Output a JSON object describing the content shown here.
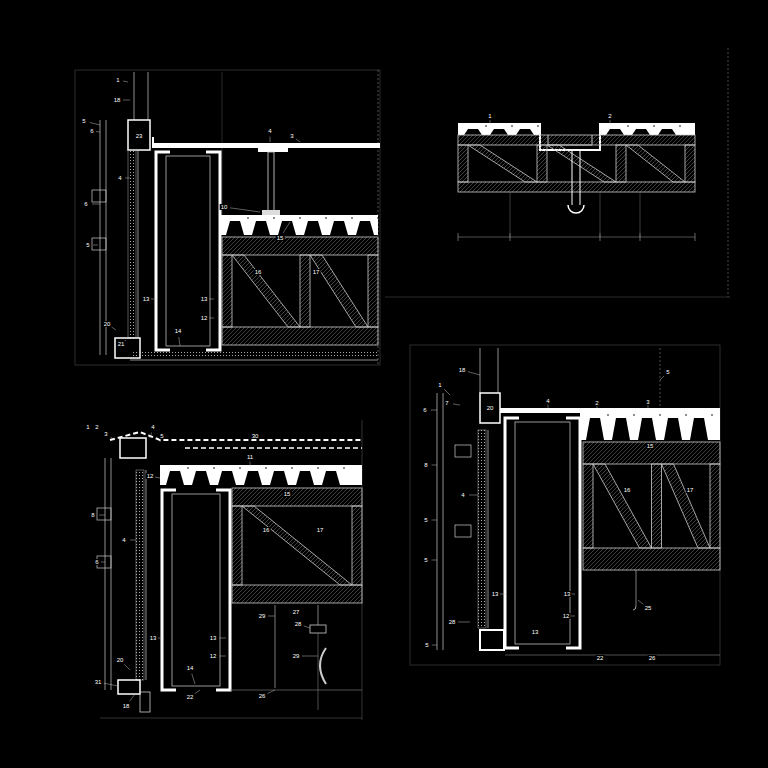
{
  "diagram": {
    "labels": [
      "1",
      "18",
      "5",
      "6",
      "23",
      "4",
      "3",
      "4",
      "6",
      "10",
      "15",
      "16",
      "17",
      "5",
      "13",
      "13",
      "12",
      "14",
      "20",
      "21",
      "1",
      "2",
      "1",
      "2",
      "3",
      "4",
      "5",
      "30",
      "11",
      "12",
      "15",
      "16",
      "17",
      "4",
      "8",
      "6",
      "13",
      "13",
      "12",
      "14",
      "20",
      "31",
      "22",
      "18",
      "27",
      "29",
      "28",
      "29",
      "26",
      "18",
      "1",
      "7",
      "6",
      "20",
      "4",
      "2",
      "3",
      "5",
      "15",
      "16",
      "17",
      "8",
      "4",
      "5",
      "5",
      "13",
      "13",
      "13",
      "12",
      "28",
      "5",
      "22",
      "25",
      "26"
    ]
  }
}
